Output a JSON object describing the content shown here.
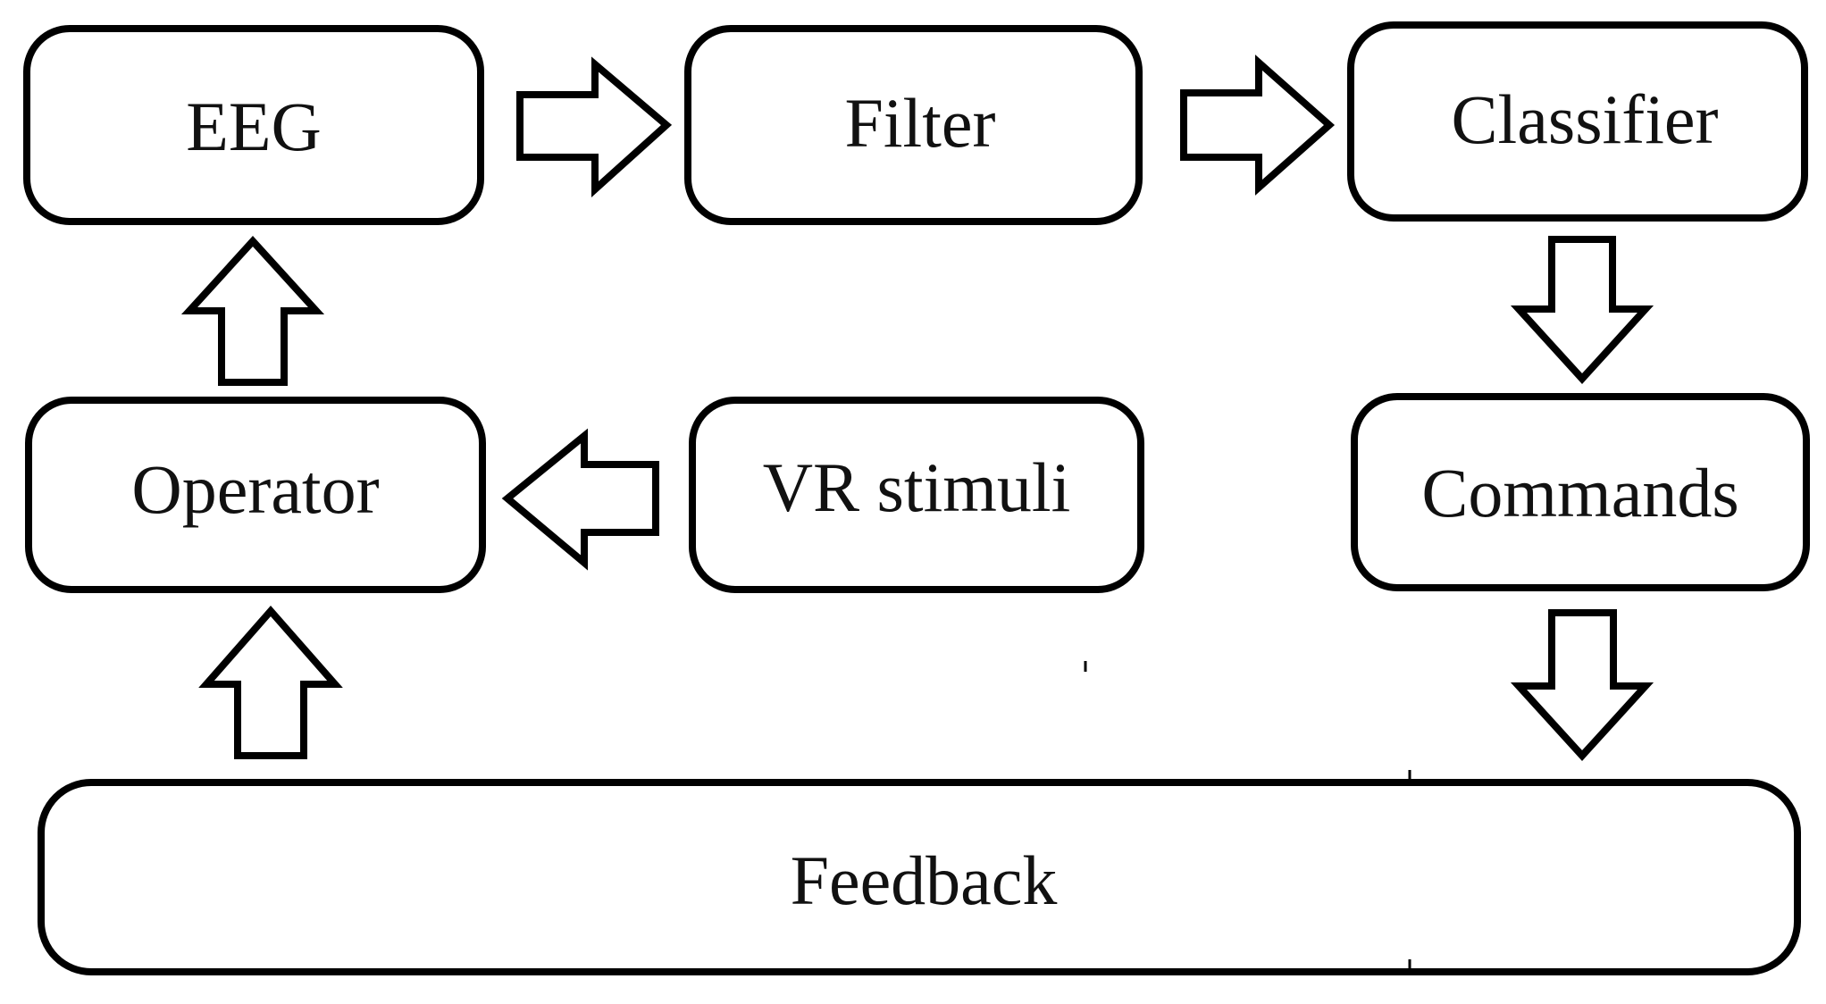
{
  "nodes": {
    "eeg": "EEG",
    "filter": "Filter",
    "classifier": "Classifier",
    "operator": "Operator",
    "vr_stimuli": "VR stimuli",
    "commands": "Commands",
    "feedback": "Feedback"
  }
}
